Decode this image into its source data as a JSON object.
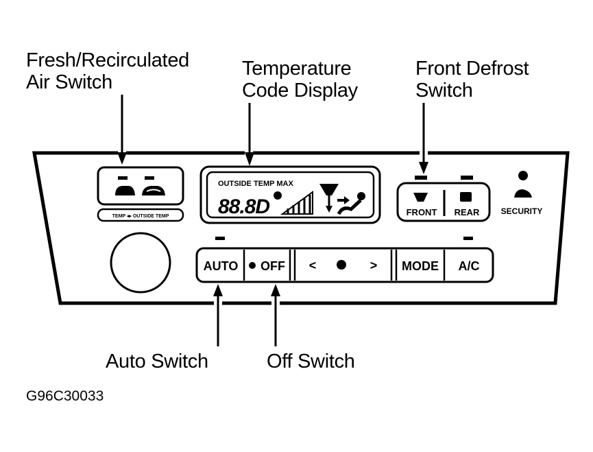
{
  "callouts": {
    "fresh_recirc": [
      "Fresh/Recirculated",
      "Air Switch"
    ],
    "temp_display": [
      "Temperature",
      "Code Display"
    ],
    "front_defrost": [
      "Front Defrost",
      "Switch"
    ],
    "auto_switch": "Auto Switch",
    "off_switch": "Off Switch"
  },
  "figure_code": "G96C30033",
  "panel": {
    "recirc_sublabel": "TEMP ◂▸ OUTSIDE TEMP",
    "display": {
      "caption": "OUTSIDE TEMP MAX",
      "digits": "88.8D"
    },
    "defrost": {
      "front_label": "FRONT",
      "rear_label": "REAR"
    },
    "security_label": "SECURITY",
    "buttons": {
      "auto": "AUTO",
      "off": "OFF",
      "fan_down": "<",
      "fan_up": ">",
      "mode": "MODE",
      "ac": "A/C"
    }
  }
}
